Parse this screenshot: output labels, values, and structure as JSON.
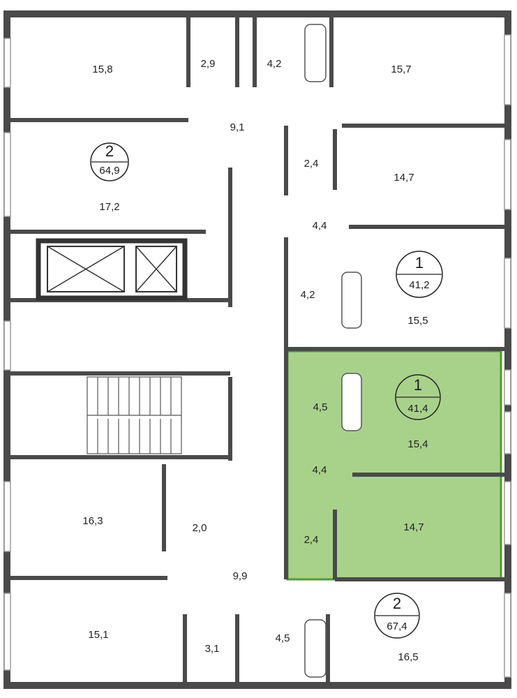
{
  "colors": {
    "wall": "#4a4a4a",
    "thin_wall": "#7a7a7a",
    "highlight_fill": "#a8d28a",
    "highlight_border": "#4e9a2f",
    "window": "#c9c9c9",
    "background": "#ffffff"
  },
  "apartments": [
    {
      "rooms": "2",
      "area": "64,9"
    },
    {
      "rooms": "1",
      "area": "41,2"
    },
    {
      "rooms": "1",
      "area": "41,4",
      "highlighted": true
    },
    {
      "rooms": "2",
      "area": "67,4"
    }
  ],
  "room_areas": [
    "15,8",
    "2,9",
    "4,2",
    "15,7",
    "9,1",
    "17,2",
    "2,4",
    "14,7",
    "4,4",
    "4,2",
    "15,5",
    "4,5",
    "15,4",
    "4,4",
    "14,7",
    "2,4",
    "16,3",
    "2,0",
    "9,9",
    "15,1",
    "3,1",
    "4,5",
    "16,5"
  ]
}
